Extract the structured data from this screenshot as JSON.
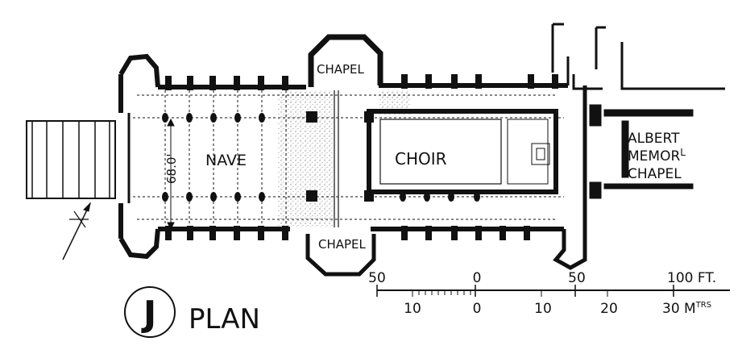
{
  "labels": {
    "nave": "NAVE",
    "choir": "CHOIR",
    "chapel_north": "CHAPEL",
    "chapel_south": "CHAPEL",
    "albert_line1": "ALBERT",
    "albert_line2": "MEMOR",
    "albert_line2_sup": "L",
    "albert_line3": "CHAPEL",
    "dimension": "68.0'"
  },
  "title": {
    "letter": "J",
    "word": "PLAN"
  },
  "scale_feet": {
    "labels": [
      "50",
      "0",
      "50",
      "100 FT."
    ]
  },
  "scale_metres": {
    "labels": [
      "10",
      "0",
      "10",
      "20",
      "30 M"
    ],
    "suffix": "TRS"
  },
  "colors": {
    "ink": "#111111",
    "paper": "#ffffff",
    "stipple": "#9a9a9a"
  },
  "icons": {
    "compass": "north-arrow-compass-icon"
  }
}
